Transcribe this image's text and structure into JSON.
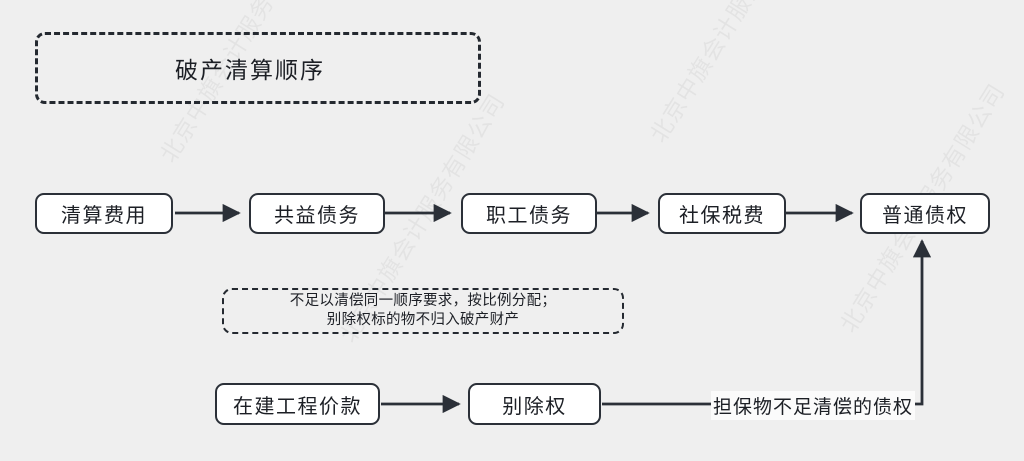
{
  "diagram": {
    "title": "破产清算顺序",
    "background_color": "#efefef",
    "box_fill_color": "#ffffff",
    "stroke_color": "#2b3038",
    "watermark_text": "北京中旗会计服务有限公司",
    "priority_flow": [
      {
        "label": "清算费用"
      },
      {
        "label": "共益债务"
      },
      {
        "label": "职工债务"
      },
      {
        "label": "社保税费"
      },
      {
        "label": "普通债权"
      }
    ],
    "note": {
      "line1": "不足以清偿同一顺序要求，按比例分配；",
      "line2": "别除权标的物不归入破产财产"
    },
    "secondary_flow": [
      {
        "label": "在建工程价款"
      },
      {
        "label": "别除权"
      }
    ],
    "edge_label": "担保物不足清偿的债权"
  }
}
